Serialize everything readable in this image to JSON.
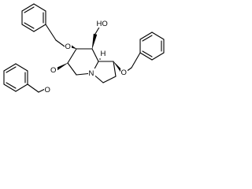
{
  "atom_labels": {
    "o_top": "O",
    "o_left_mid": "O",
    "o_left_low": "O",
    "o_right": "O",
    "ho": "HO",
    "h": "H",
    "n": "N"
  },
  "colors": {
    "ink": "#000000",
    "background": "#ffffff"
  }
}
